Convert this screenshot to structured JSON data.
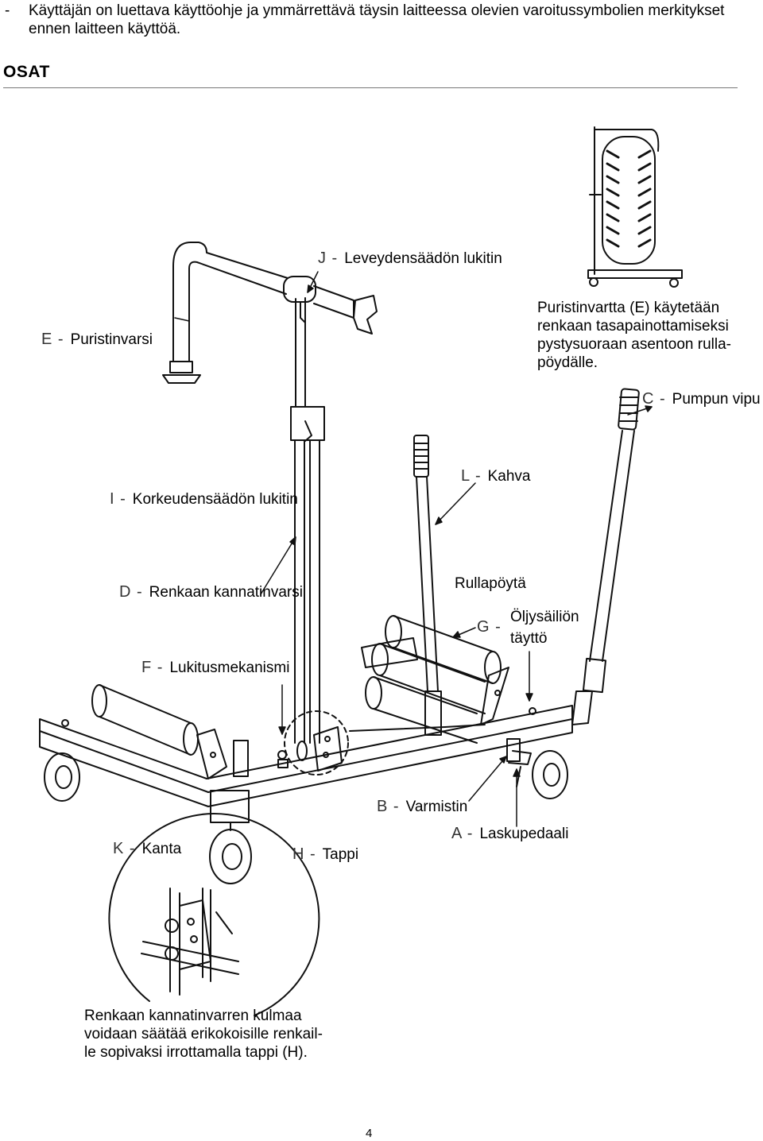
{
  "intro": {
    "dash": "-",
    "line1": "Käyttäjän on luettava käyttöohje ja ymmärrettävä täysin laitteessa olevien varoitussymbolien merkitykset",
    "line2": "ennen laitteen käyttöä."
  },
  "section_title": "OSAT",
  "labels": {
    "J": {
      "letter": "J  -",
      "text": "Leveydensäädön lukitin"
    },
    "E": {
      "letter": "E  -",
      "text": "Puristinvarsi"
    },
    "C": {
      "letter": "C  -",
      "text": "Pumpun vipu"
    },
    "L": {
      "letter": "L  -",
      "text": "Kahva"
    },
    "I": {
      "letter": "I  -",
      "text": "Korkeudensäädön lukitin"
    },
    "D": {
      "letter": "D  -",
      "text": "Renkaan kannatinvarsi"
    },
    "rullapoyta": "Rullapöytä",
    "G": {
      "letter": "G  -",
      "text1": "Öljysäiliön",
      "text2": "täyttö"
    },
    "F": {
      "letter": "F  -",
      "text": "Lukitusmekanismi"
    },
    "B": {
      "letter": "B  -",
      "text": "Varmistin"
    },
    "A": {
      "letter": "A  -",
      "text": "Laskupedaali"
    },
    "K": {
      "letter": "K  -",
      "text": "Kanta"
    },
    "H": {
      "letter": "H  -",
      "text": "Tappi"
    }
  },
  "note_e": {
    "line1": "Puristinvartta (E) käytetään",
    "line2": "renkaan tasapainottamiseksi",
    "line3": "pystysuoraan asentoon rulla-",
    "line4": "pöydälle."
  },
  "note_h": {
    "line1": "Renkaan kannatinvarren kulmaa",
    "line2": "voidaan säätää erikokoisille renkail-",
    "line3": "le sopivaksi irrottamalla tappi (H)."
  },
  "page_number": "4",
  "colors": {
    "ink": "#000000",
    "line": "#111111",
    "rule": "#777777"
  }
}
